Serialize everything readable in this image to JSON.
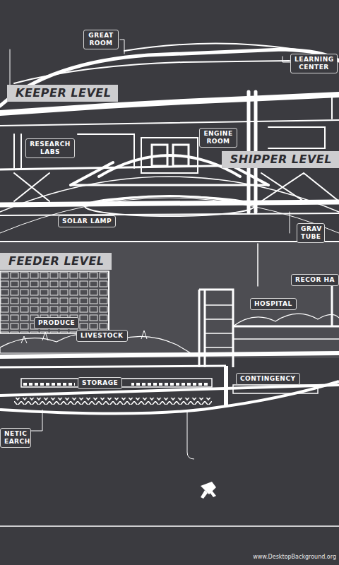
{
  "diagram": {
    "nodes": [
      {
        "text": [
          "GREAT ROOM"
        ]
      },
      {
        "text": [
          "LEARNING CENTER"
        ]
      },
      {
        "text": [
          "KEEPER LEVEL"
        ]
      },
      {
        "text": [
          "RESEARCH LABS"
        ]
      },
      {
        "text": [
          "ENGINE ROOM"
        ]
      },
      {
        "text": [
          "SHIPPER LEVEL"
        ]
      },
      {
        "text": [
          "SOLAR LAMP"
        ]
      },
      {
        "text": [
          "GRAV TUBE"
        ]
      },
      {
        "text": [
          "FEEDER LEVEL"
        ]
      },
      {
        "text": [
          "RECOR HA"
        ]
      },
      {
        "text": [
          "HOSPITAL"
        ]
      },
      {
        "text": [
          "PRODUCE"
        ]
      },
      {
        "text": [
          "LIVESTOCK"
        ]
      },
      {
        "text": [
          "STORAGE"
        ]
      },
      {
        "text": [
          "CONTINGENCY"
        ]
      },
      {
        "text": [
          "NETIC EARCH"
        ]
      }
    ],
    "labels": [
      "www.DesktopBackground.org"
    ]
  }
}
